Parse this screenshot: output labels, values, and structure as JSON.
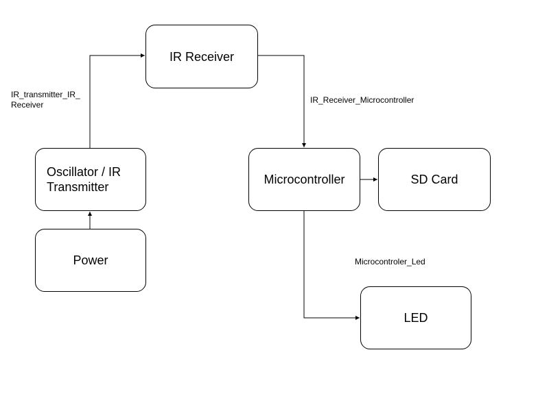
{
  "nodes": {
    "ir_receiver": "IR Receiver",
    "oscillator": "Oscillator / IR Transmitter",
    "power": "Power",
    "microcontroller": "Microcontroller",
    "sd_card": "SD Card",
    "led": "LED"
  },
  "edges": {
    "transmitter_to_receiver": "IR_transmitter_IR_ Receiver",
    "receiver_to_microcontroller": "IR_Receiver_Microcontroller",
    "microcontroller_to_led": "Microcontroler_Led"
  },
  "colors": {
    "stroke": "#000000",
    "background": "#ffffff"
  }
}
